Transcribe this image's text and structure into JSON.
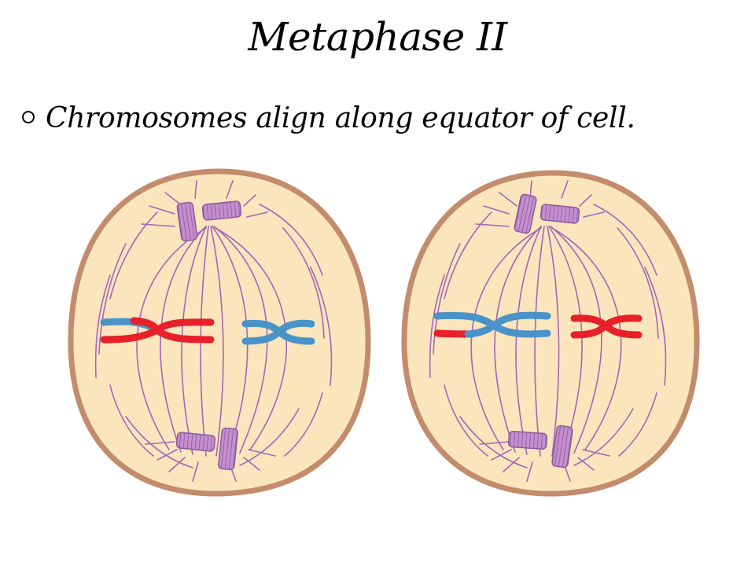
{
  "slide": {
    "title": "Metaphase II",
    "bullets": [
      "Chromosomes align along equator of cell."
    ]
  },
  "colors": {
    "background": "#ffffff",
    "cell_fill": "#fbe5bd",
    "cell_border": "#c38c6c",
    "spindle_fiber": "#a366b8",
    "centriole": "#c48fce",
    "chromosome_red": "#e8202a",
    "chromosome_blue": "#4a93c8"
  },
  "icons": {
    "bullet": "hollow-circle-bullet"
  }
}
